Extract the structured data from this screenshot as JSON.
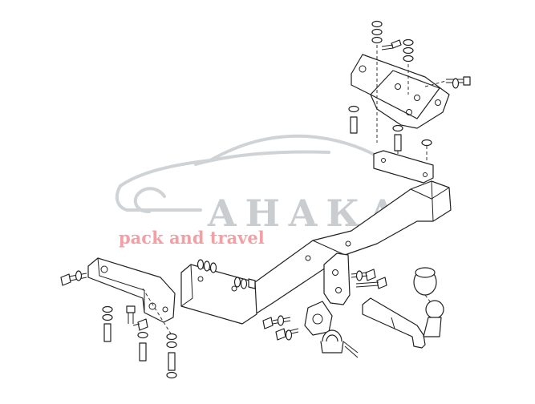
{
  "watermark": {
    "brand": "АНАКА",
    "tagline": "pack and travel",
    "tagline_color": "#f2a0a6",
    "logo_color": "#c9cdd0"
  },
  "diagram": {
    "subject": "exploded assembly drawing of a towbar",
    "line_color": "#222222"
  }
}
